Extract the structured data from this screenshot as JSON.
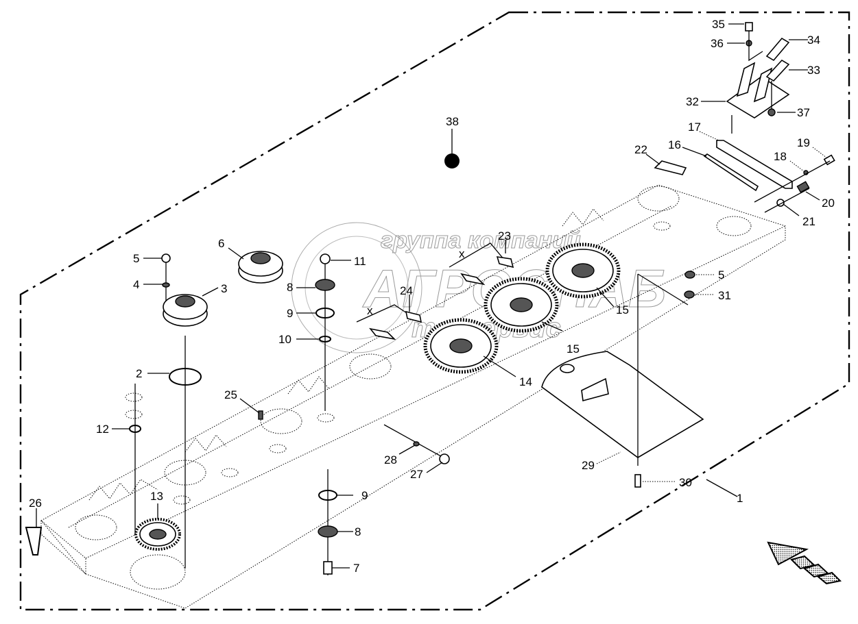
{
  "diagram": {
    "type": "exploded-parts-diagram",
    "subject": "Cutter bar assembly with drive gears and mounting bracket",
    "watermark": {
      "line1": "группа компаний",
      "line2": "АГРОСНАБ",
      "line3": "техсервис"
    },
    "callouts": [
      {
        "id": "c1",
        "label": "1"
      },
      {
        "id": "c2",
        "label": "2"
      },
      {
        "id": "c3",
        "label": "3"
      },
      {
        "id": "c4",
        "label": "4"
      },
      {
        "id": "c5a",
        "label": "5"
      },
      {
        "id": "c5b",
        "label": "5"
      },
      {
        "id": "c6",
        "label": "6"
      },
      {
        "id": "c7",
        "label": "7"
      },
      {
        "id": "c8a",
        "label": "8"
      },
      {
        "id": "c8b",
        "label": "8"
      },
      {
        "id": "c9a",
        "label": "9"
      },
      {
        "id": "c9b",
        "label": "9"
      },
      {
        "id": "c10",
        "label": "10"
      },
      {
        "id": "c11",
        "label": "11"
      },
      {
        "id": "c12",
        "label": "12"
      },
      {
        "id": "c13",
        "label": "13"
      },
      {
        "id": "c14",
        "label": "14"
      },
      {
        "id": "c15a",
        "label": "15"
      },
      {
        "id": "c15b",
        "label": "15"
      },
      {
        "id": "c16",
        "label": "16"
      },
      {
        "id": "c17",
        "label": "17"
      },
      {
        "id": "c18",
        "label": "18"
      },
      {
        "id": "c19",
        "label": "19"
      },
      {
        "id": "c20",
        "label": "20"
      },
      {
        "id": "c21",
        "label": "21"
      },
      {
        "id": "c22",
        "label": "22"
      },
      {
        "id": "c23",
        "label": "23"
      },
      {
        "id": "c24",
        "label": "24"
      },
      {
        "id": "c25",
        "label": "25"
      },
      {
        "id": "c26",
        "label": "26"
      },
      {
        "id": "c27",
        "label": "27"
      },
      {
        "id": "c28",
        "label": "28"
      },
      {
        "id": "c29",
        "label": "29"
      },
      {
        "id": "c30",
        "label": "30"
      },
      {
        "id": "c31",
        "label": "31"
      },
      {
        "id": "c32",
        "label": "32"
      },
      {
        "id": "c33",
        "label": "33"
      },
      {
        "id": "c34",
        "label": "34"
      },
      {
        "id": "c35",
        "label": "35"
      },
      {
        "id": "c36",
        "label": "36"
      },
      {
        "id": "c37",
        "label": "37"
      },
      {
        "id": "c38",
        "label": "38"
      }
    ],
    "dimension_marks": {
      "x1": "x",
      "x2": "x"
    },
    "direction_indicator": "travel-direction-arrow"
  }
}
